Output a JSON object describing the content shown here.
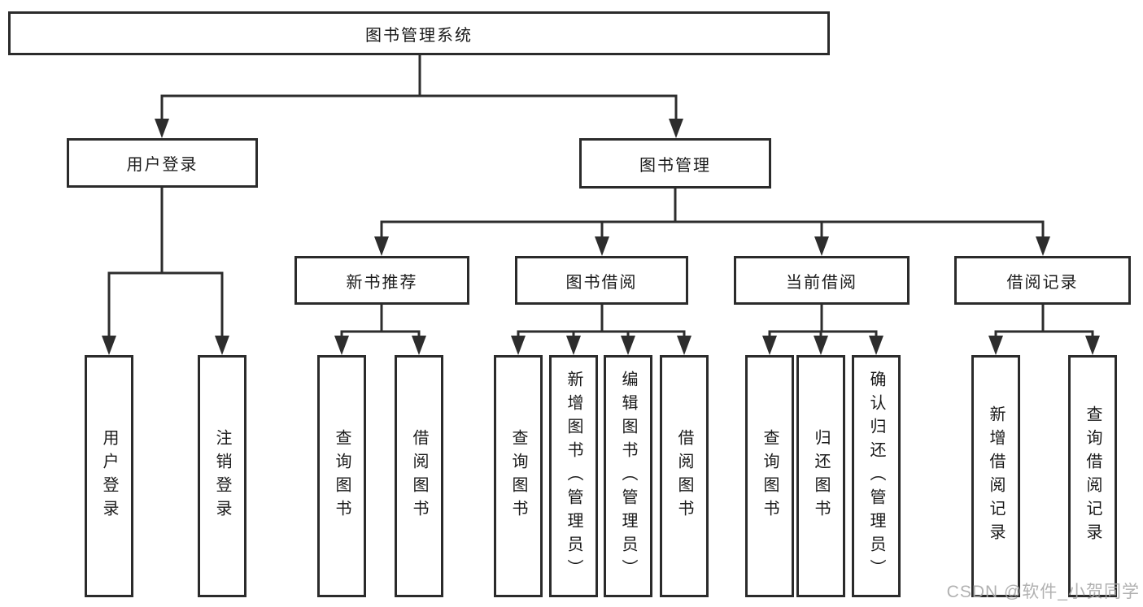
{
  "diagram": {
    "type": "tree",
    "root": {
      "label": "图书管理系统",
      "children": [
        {
          "label": "用户登录",
          "children": [
            {
              "label": "用户登录"
            },
            {
              "label": "注销登录"
            }
          ]
        },
        {
          "label": "图书管理",
          "children": [
            {
              "label": "新书推荐",
              "children": [
                {
                  "label": "查询图书"
                },
                {
                  "label": "借阅图书"
                }
              ]
            },
            {
              "label": "图书借阅",
              "children": [
                {
                  "label": "查询图书"
                },
                {
                  "label": "新增图书（管理员）"
                },
                {
                  "label": "编辑图书（管理员）"
                },
                {
                  "label": "借阅图书"
                }
              ]
            },
            {
              "label": "当前借阅",
              "children": [
                {
                  "label": "查询图书"
                },
                {
                  "label": "归还图书"
                },
                {
                  "label": "确认归还（管理员）"
                }
              ]
            },
            {
              "label": "借阅记录",
              "children": [
                {
                  "label": "新增借阅记录"
                },
                {
                  "label": "查询借阅记录"
                }
              ]
            }
          ]
        }
      ]
    },
    "colors": {
      "line": "#2d2d2d",
      "box_border": "#2b2b2b",
      "box_fill": "#ffffff",
      "text": "#1a1a1a",
      "background": "#ffffff",
      "watermark": "#a8a8a8"
    }
  },
  "watermark": {
    "text": "CSDN @软件_小贺同学"
  }
}
